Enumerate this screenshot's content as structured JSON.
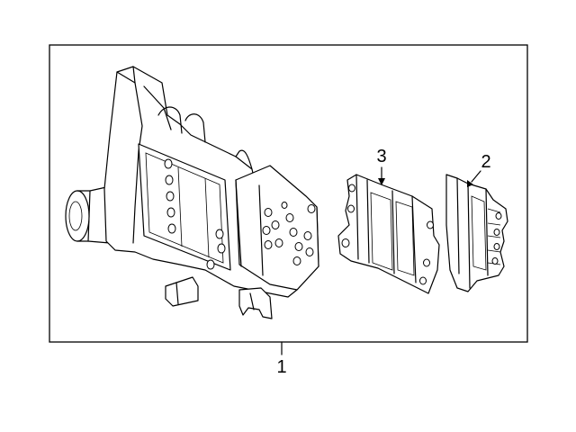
{
  "callouts": {
    "assembly": "1",
    "module_right": "2",
    "module_middle": "3"
  }
}
